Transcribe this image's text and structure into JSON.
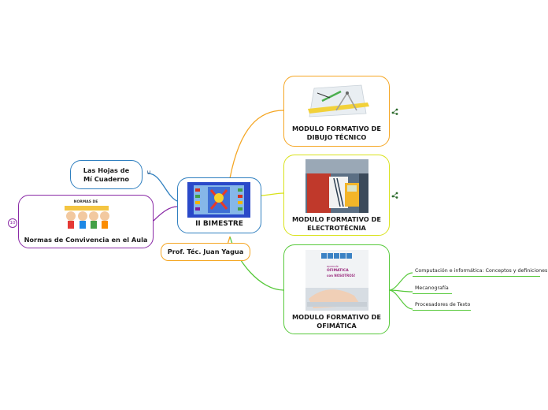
{
  "central": {
    "title": "II BIMESTRE"
  },
  "teacher": {
    "label": "Prof. Téc. Juan Yagua"
  },
  "hojas": {
    "label": "Las Hojas de Mí Cuaderno"
  },
  "normas": {
    "label": "Normas de Convivencia en el Aula",
    "badge": "10",
    "pic_text": "NORMAS DE"
  },
  "modules": [
    {
      "label": "MODULO FORMATIVO DE DIBUJO TÉCNICO",
      "border": "#f5a623"
    },
    {
      "label": "MODULO FORMATIVO DE ELECTROTÉCNIA",
      "border": "#d9e21b"
    },
    {
      "label": "MODULO FORMATIVO DE OFIMÁTICA",
      "border": "#57c93b"
    }
  ],
  "ofimatica_pic": {
    "line1": "aprende",
    "line2": "OFIMATICA",
    "line3": "con NOSOTROS!"
  },
  "ofimatica_items": [
    "Computación e informática: Conceptos y definiciones",
    "Mecanografía",
    "Procesadores de Texto"
  ],
  "colors": {
    "central_border": "#2f7fbf",
    "orange": "#f5a623",
    "yellow": "#d9e21b",
    "green": "#57c93b",
    "blue": "#2f7fbf",
    "purple": "#8a2aa6"
  }
}
